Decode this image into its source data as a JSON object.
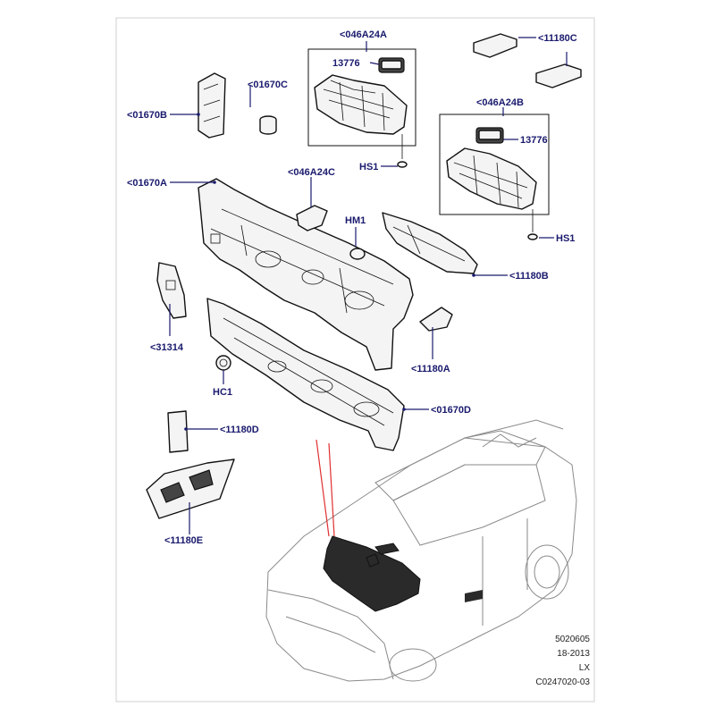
{
  "callouts": {
    "c_046A24A": "<046A24A",
    "c_13776_a": "13776",
    "c_HS1_a": "HS1",
    "c_11180C": "<11180C",
    "c_046A24B": "<046A24B",
    "c_13776_b": "13776",
    "c_HS1_b": "HS1",
    "c_01670C": "<01670C",
    "c_01670B": "<01670B",
    "c_01670A": "<01670A",
    "c_046A24C": "<046A24C",
    "c_HM1": "HM1",
    "c_11180B": "<11180B",
    "c_31314": "<31314",
    "c_11180A": "<11180A",
    "c_HC1": "HC1",
    "c_01670D": "<01670D",
    "c_11180D": "<11180D",
    "c_11180E": "<11180E"
  },
  "footer": {
    "line1": "5020605",
    "line2": "18-2013",
    "line3": "LX",
    "line4": "C0247020-03"
  },
  "colors": {
    "callout_text": "#1a1a6e",
    "highlight_line": "#e03030"
  }
}
